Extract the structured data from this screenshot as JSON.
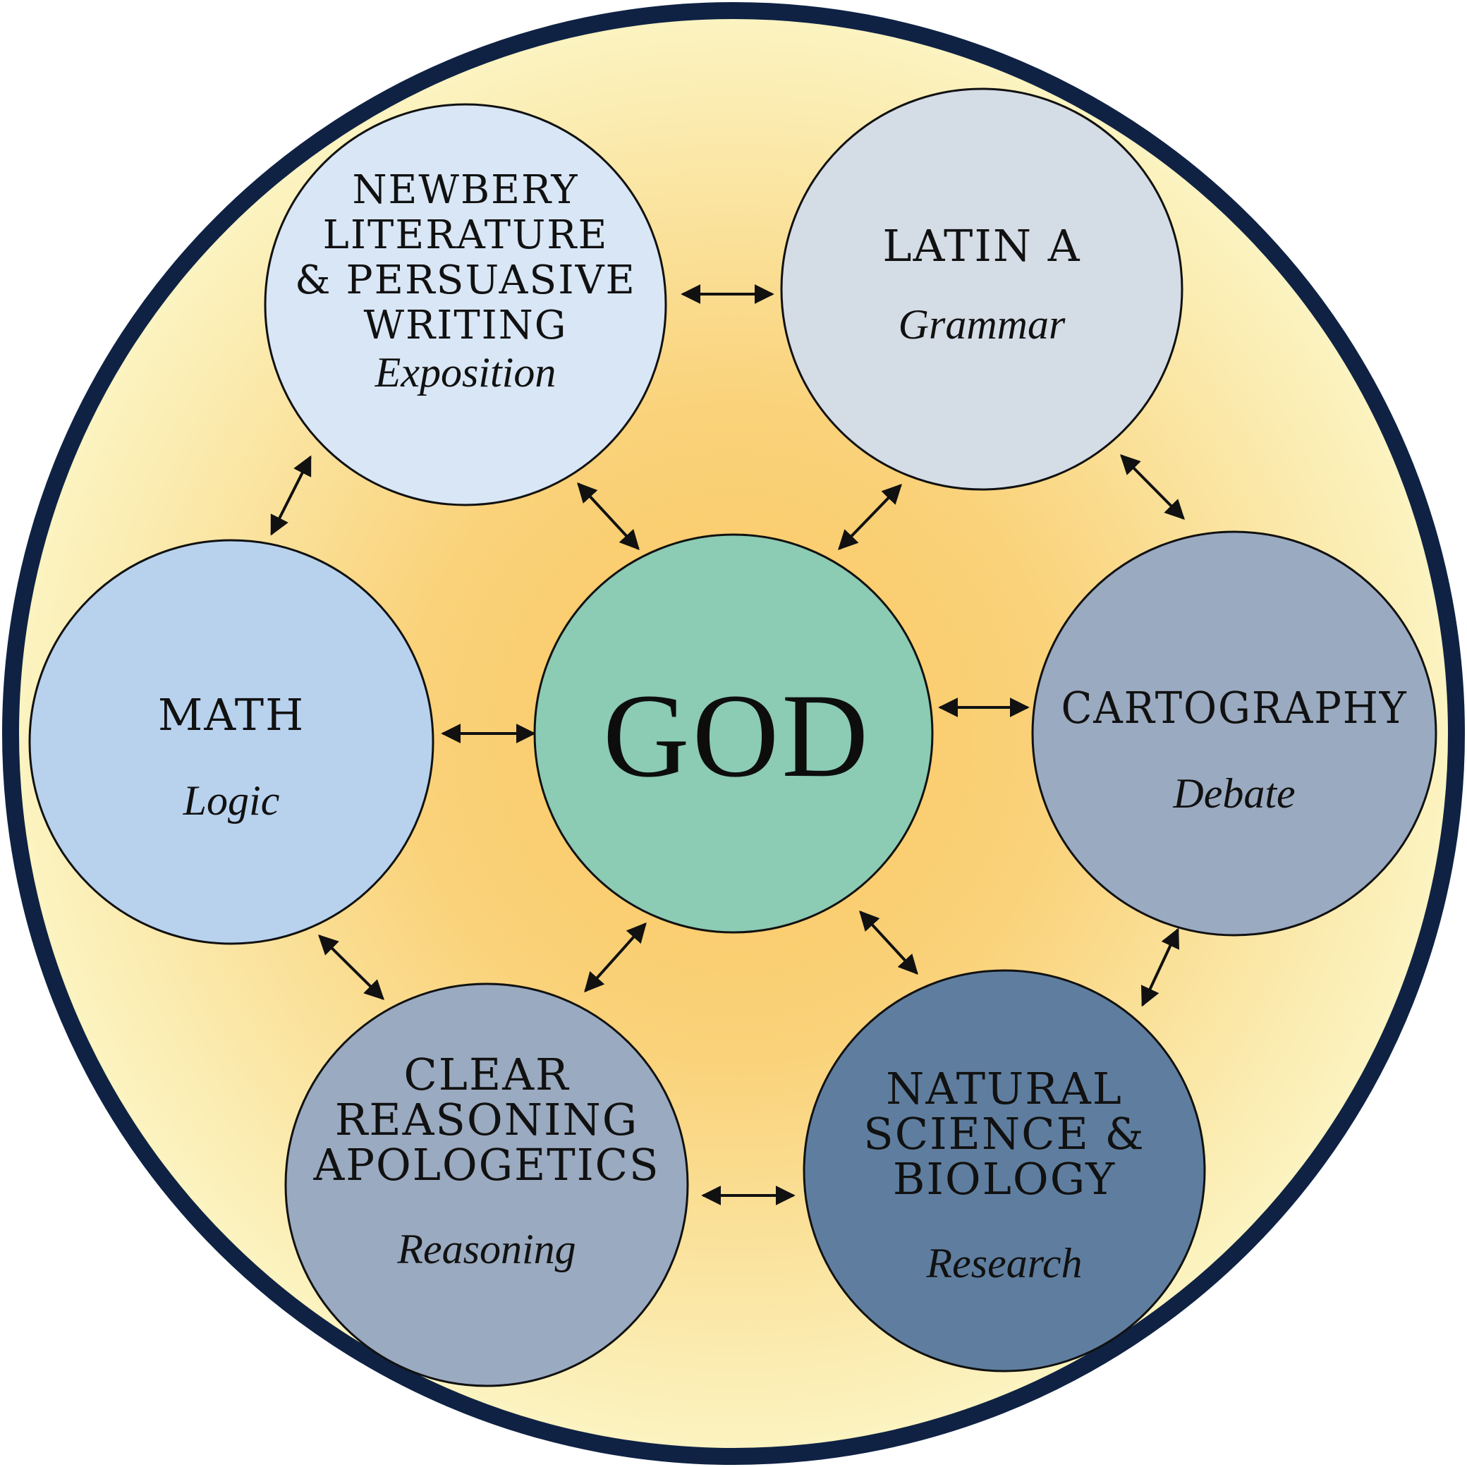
{
  "center": {
    "label": "GOD"
  },
  "nodes": [
    {
      "id": "newbery",
      "lines": [
        "NEWBERY",
        "LITERATURE",
        "& PERSUASIVE",
        "WRITING"
      ],
      "subtitle": "Exposition",
      "fill": "#d8e6f5"
    },
    {
      "id": "latin",
      "lines": [
        "LATIN A"
      ],
      "subtitle": "Grammar",
      "fill": "#d4dce6"
    },
    {
      "id": "cartography",
      "lines": [
        "CARTOGRAPHY"
      ],
      "subtitle": "Debate",
      "fill": "#9aaac0"
    },
    {
      "id": "science",
      "lines": [
        "NATURAL",
        "SCIENCE &",
        "BIOLOGY"
      ],
      "subtitle": "Research",
      "fill": "#5f7e9f"
    },
    {
      "id": "reasoning",
      "lines": [
        "CLEAR",
        "REASONING",
        "APOLOGETICS"
      ],
      "subtitle": "Reasoning",
      "fill": "#9aaac0"
    },
    {
      "id": "math",
      "lines": [
        "MATH"
      ],
      "subtitle": "Logic",
      "fill": "#b8d2ee"
    }
  ],
  "colors": {
    "outer_border": "#0f2244",
    "glow_inner": "#f9c862",
    "glow_outer": "#fbf4c2",
    "center_fill": "#8ccbb4",
    "stroke": "#111111"
  }
}
